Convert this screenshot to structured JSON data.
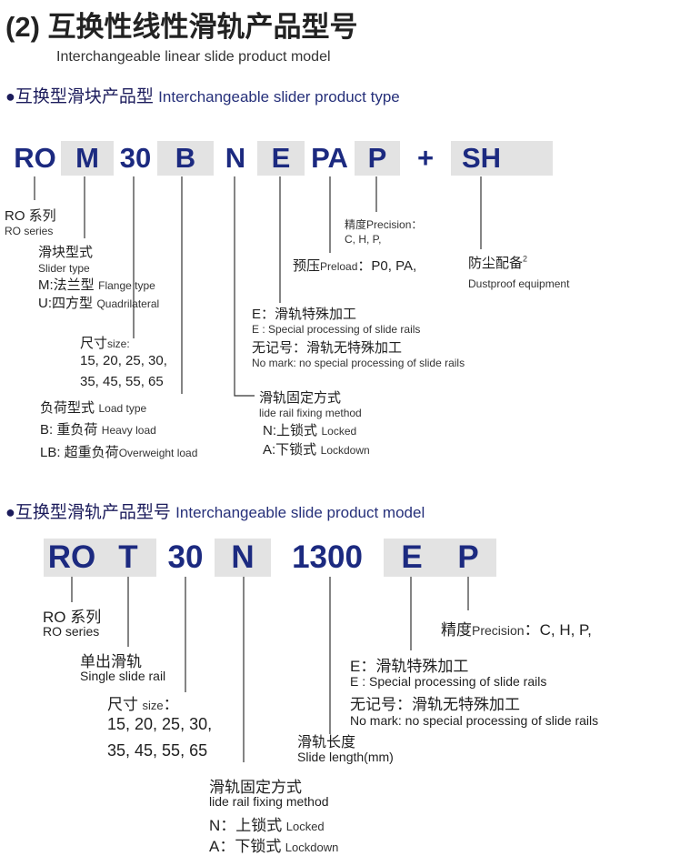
{
  "header": {
    "title": "(2) 互换性线性滑轨产品型号",
    "subtitle": "Interchangeable linear slide product model"
  },
  "slider_section": {
    "bullet": "●",
    "title_cn": "互换型滑块产品型",
    "title_en": "Interchangeable slider product type",
    "codes": [
      "RO",
      "M",
      "30",
      "B",
      "N",
      "E",
      "PA",
      "P",
      "+",
      "SH"
    ],
    "ro_cn": "RO 系列",
    "ro_en": "RO series",
    "slider_type_cn": "滑块型式",
    "slider_type_en": "Slider type",
    "m_cn": "M:法兰型",
    "m_en": "Flange type",
    "u_cn": "U:四方型",
    "u_en": "Quadrilateral",
    "size_cn": "尺寸",
    "size_en": "size",
    "size_colon": ":",
    "sizes_1": "15, 20, 25, 30,",
    "sizes_2": "35, 45, 55, 65",
    "load_cn": "负荷型式",
    "load_en": "Load type",
    "b_cn": "B:  重负荷",
    "b_en": "Heavy load",
    "lb_cn": "LB: 超重负荷",
    "lb_en": "Overweight load",
    "fix_cn": "滑轨固定方式",
    "fix_en": "lide rail fixing method",
    "n_cn": "N:上锁式",
    "n_en": "Locked",
    "a_cn": "A:下锁式",
    "a_en": "Lockdown",
    "e_cn": "E：滑轨特殊加工",
    "e_en": "E : Special processing of slide rails",
    "nomark_cn": "无记号：滑轨无特殊加工",
    "nomark_en": "No mark: no special processing of slide rails",
    "preload_cn": "预压",
    "preload_en": "Preload",
    "preload_vals": "：P0, PA,",
    "precision_cn": "精度",
    "precision_en": "Precision",
    "precision_colon": "：",
    "precision_vals": "C, H, P,",
    "dust_cn": "防尘配备",
    "dust_sup": "2",
    "dust_en": "Dustproof equipment"
  },
  "rail_section": {
    "bullet": "●",
    "title_cn": "互换型滑轨产品型号",
    "title_en": "Interchangeable slide product model",
    "codes": [
      "RO",
      "T",
      "30",
      "N",
      "1300",
      "E",
      "P"
    ],
    "ro_cn": "RO 系列",
    "ro_en": "RO series",
    "single_cn": "单出滑轨",
    "single_en": "Single slide rail",
    "size_cn": "尺寸",
    "size_en": "size",
    "size_colon": "：",
    "sizes_1": "15, 20, 25, 30,",
    "sizes_2": "35, 45, 55, 65",
    "fix_cn": "滑轨固定方式",
    "fix_en": "lide rail fixing method",
    "n_cn": "N：上锁式",
    "n_en": "Locked",
    "a_cn": "A：下锁式",
    "a_en": "Lockdown",
    "length_cn": "滑轨长度",
    "length_en": "Slide length(mm)",
    "e_cn": "E：滑轨特殊加工",
    "e_en": "E : Special processing of slide rails",
    "nomark_cn": "无记号：滑轨无特殊加工",
    "nomark_en": "No mark: no special processing of slide rails",
    "precision_cn": "精度",
    "precision_en": "Precision",
    "precision_vals": "：C, H, P,"
  },
  "colors": {
    "code_text": "#1c2a80",
    "shade": "#e3e3e3",
    "line": "#333333"
  }
}
